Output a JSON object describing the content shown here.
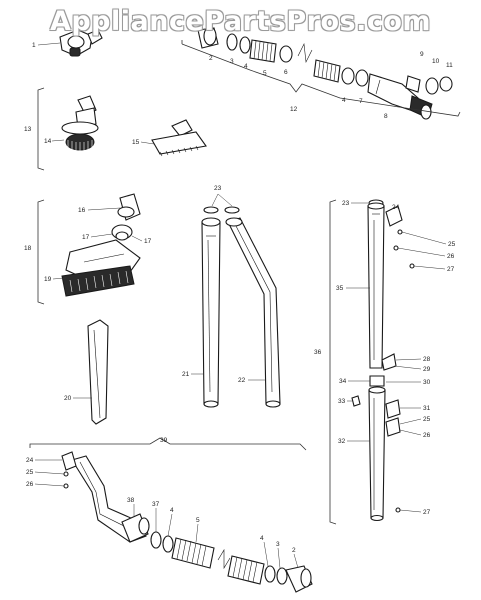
{
  "watermark": "AppliancePartsPros.com",
  "labels": {
    "l1": "1",
    "l2": "2",
    "l3": "3",
    "l4": "4",
    "l5": "5",
    "l6": "6",
    "l7": "7",
    "l8": "8",
    "l9": "9",
    "l10": "10",
    "l11": "11",
    "l12": "12",
    "l13": "13",
    "l14": "14",
    "l15": "15",
    "l16": "16",
    "l17": "17",
    "l17b": "17",
    "l18": "18",
    "l19": "19",
    "l20": "20",
    "l21": "21",
    "l22": "22",
    "l23": "23",
    "l23b": "23",
    "l24": "24",
    "l25": "25",
    "l26": "26",
    "l27": "27",
    "l28": "28",
    "l29": "29",
    "l30": "30",
    "l31": "31",
    "l25b": "25",
    "l26b": "26",
    "l27b": "27",
    "l32": "32",
    "l33": "33",
    "l34": "34",
    "l35": "35",
    "l36": "36",
    "l39": "39",
    "l24c": "24",
    "l25c": "25",
    "l26c": "26",
    "l38": "38",
    "l37": "37",
    "l4c": "4",
    "l5c": "5",
    "l4d": "4",
    "l3c": "3",
    "l2c": "2"
  }
}
